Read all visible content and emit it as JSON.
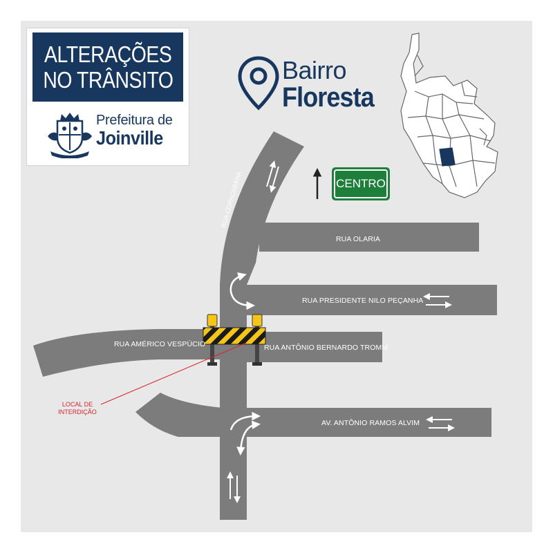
{
  "header": {
    "title_line1": "ALTERAÇÕES",
    "title_line2": "NO TRÂNSITO",
    "org_line1": "Prefeitura de",
    "org_line2": "Joinville"
  },
  "neighborhood": {
    "line1": "Bairro",
    "line2": "Floresta"
  },
  "direction_sign": {
    "label": "CENTRO"
  },
  "streets": {
    "copacabana": "RUA COPACABANA",
    "olaria": "RUA OLARIA",
    "nilo_pecanha": "RUA PRESIDENTE NILO PEÇANHA",
    "americo_vespucio": "RUA AMÉRICO VESPÚCIO",
    "antonio_bernardo_tromm": "RUA ANTÔNIO BERNARDO TROMM",
    "antonio_ramos_alvim": "AV. ANTÔNIO RAMOS ALVIM"
  },
  "closure": {
    "label_line1": "LOCAL DE",
    "label_line2": "INTERDIÇÃO"
  },
  "icons": [
    "location-pin-icon",
    "city-crest-icon",
    "up-arrow-icon",
    "two-way-arrows-icon",
    "u-turn-arrow-icon",
    "road-barrier-icon",
    "district-map-icon"
  ],
  "colors": {
    "background": "#e8e8e8",
    "road": "#7c7c7c",
    "brand": "#17375e",
    "sign_green": "#1e7f3a",
    "closure_red": "#d8232a",
    "barrier_yellow": "#f5c518"
  }
}
